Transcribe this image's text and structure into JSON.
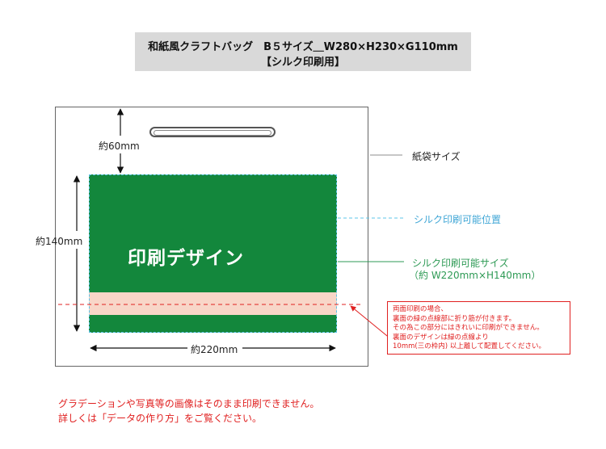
{
  "title": {
    "line1": "和紙風クラフトバッグ　B５サイズ＿W280×H230×G110mm",
    "line2": "【シルク印刷用】"
  },
  "design_label": "印刷デザイン",
  "dimensions": {
    "top_gap": "約60mm",
    "height": "約140mm",
    "width": "約220mm"
  },
  "callouts": {
    "bag_size": "紙袋サイズ",
    "printable_position": "シルク印刷可能位置",
    "printable_size_line1": "シルク印刷可能サイズ",
    "printable_size_line2": "（約 W220mm×H140mm）"
  },
  "note": {
    "lines": [
      "両面印刷の場合、",
      "裏面の緑の点線部に折り筋が付きます。",
      "その為この部分にはきれいに印刷ができません。",
      "裏面のデザインは緑の点線より",
      "10mm(三の枠内) 以上離して配置してください。"
    ]
  },
  "footer": {
    "line1": "グラデーションや写真等の画像はそのまま印刷できません。",
    "line2": "詳しくは「データの作り方」をご覧ください。"
  },
  "colors": {
    "print_area": "#13873c",
    "fold_band": "#f8d6c8",
    "printable_outline": "#5ec4e8",
    "warning": "#e02020"
  }
}
